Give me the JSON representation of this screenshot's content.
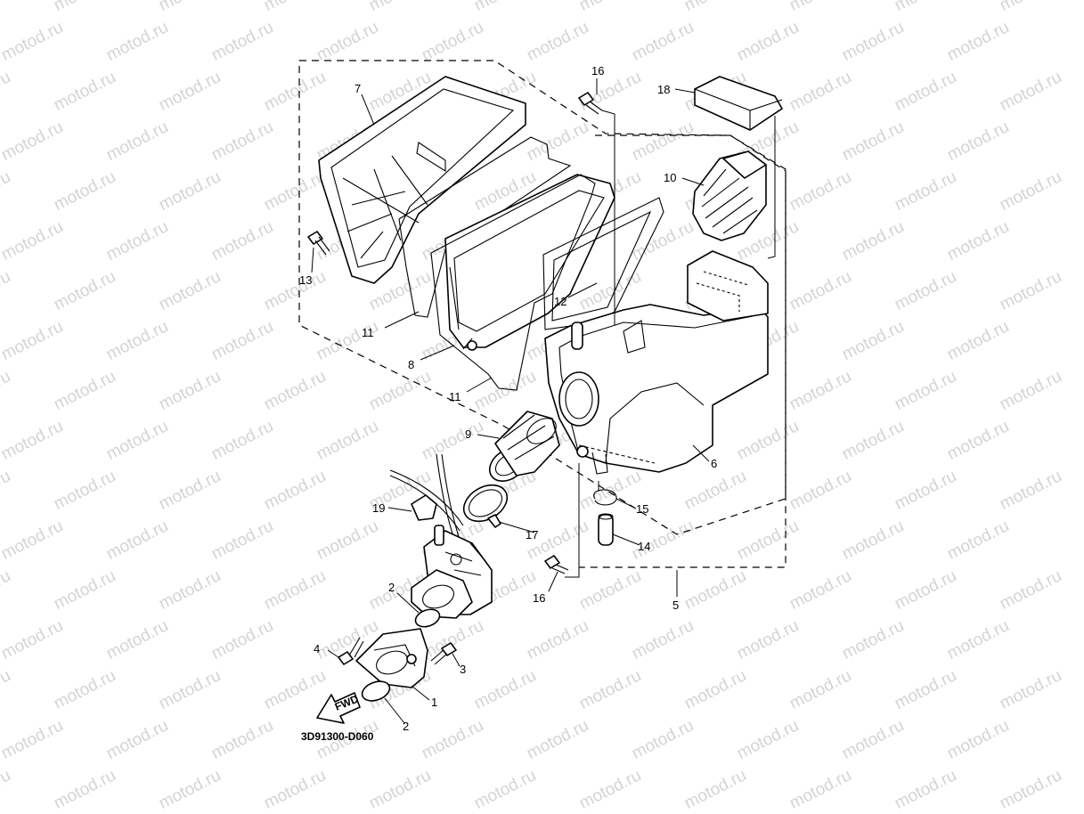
{
  "watermark_text": "motod.ru",
  "diagram_code": "3D91300-D060",
  "fwd_label": "FWD",
  "callouts": {
    "c1": "1",
    "c2a": "2",
    "c2b": "2",
    "c3": "3",
    "c4": "4",
    "c5": "5",
    "c6": "6",
    "c7": "7",
    "c8": "8",
    "c9": "9",
    "c10": "10",
    "c11a": "11",
    "c11b": "11",
    "c12": "12",
    "c13": "13",
    "c14": "14",
    "c15": "15",
    "c16a": "16",
    "c16b": "16",
    "c17": "17",
    "c18": "18",
    "c19": "19"
  }
}
